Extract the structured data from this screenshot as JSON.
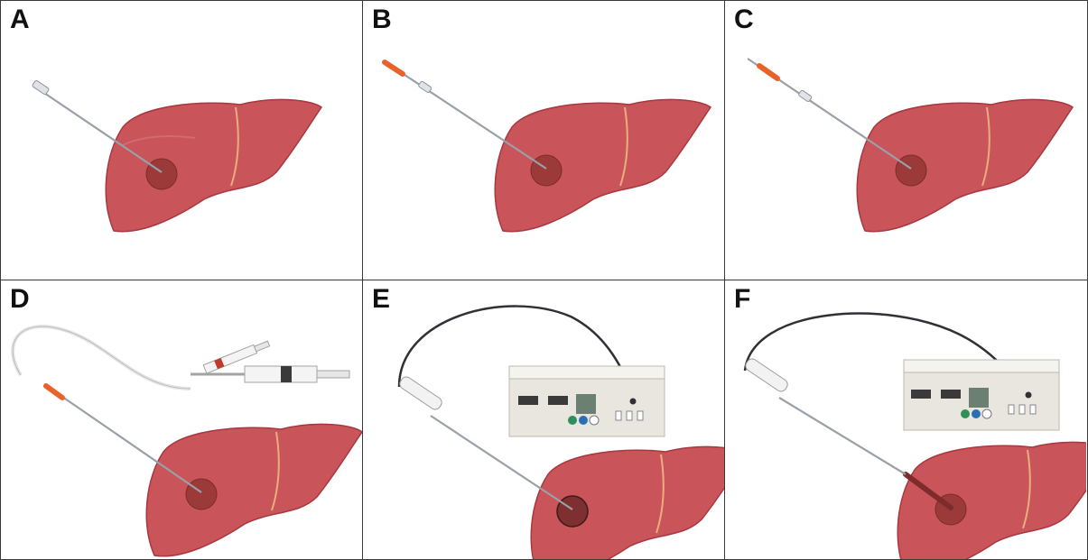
{
  "panels": [
    {
      "label": "A",
      "step": "needle-in-lesion"
    },
    {
      "label": "B",
      "step": "sheath-with-orange-hub"
    },
    {
      "label": "C",
      "step": "sheath-advanced"
    },
    {
      "label": "D",
      "step": "syringe-injection"
    },
    {
      "label": "E",
      "step": "ablation-probe-connected"
    },
    {
      "label": "F",
      "step": "ablation-completed"
    }
  ],
  "colors": {
    "liver": "#c9545a",
    "liver_edge": "#a8383f",
    "lesion": "#9c3a3a",
    "needle": "#9aa0a8",
    "hub_orange": "#e8622a",
    "cable": "#2f3136",
    "generator": "#e9e6df",
    "border": "#3a3a3a"
  }
}
